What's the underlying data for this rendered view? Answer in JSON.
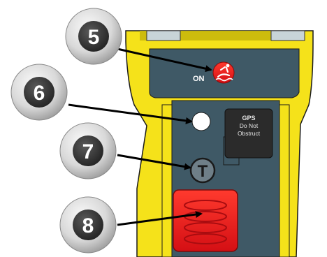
{
  "colors": {
    "casing_yellow": "#f5e21a",
    "casing_yellow_dark": "#c9b80c",
    "panel_slate": "#3f5966",
    "panel_slate_dark": "#2f4550",
    "accent_red": "#e8141a",
    "callout_fill": "#3a3a3a",
    "callout_ring": "#cfcfcf"
  },
  "callouts": [
    {
      "number": "5",
      "target": "on-button"
    },
    {
      "number": "6",
      "target": "gps-led"
    },
    {
      "number": "7",
      "target": "test-button"
    },
    {
      "number": "8",
      "target": "activation-cover"
    }
  ],
  "device": {
    "on_label": "ON",
    "test_glyph": "T",
    "gps_label_line1": "GPS",
    "gps_label_line2": "Do Not",
    "gps_label_line3": "Obstruct"
  },
  "icons": {
    "on_button": "person-in-water-icon",
    "test_button": "test-t-icon",
    "gps_led": "led-indicator-icon"
  }
}
